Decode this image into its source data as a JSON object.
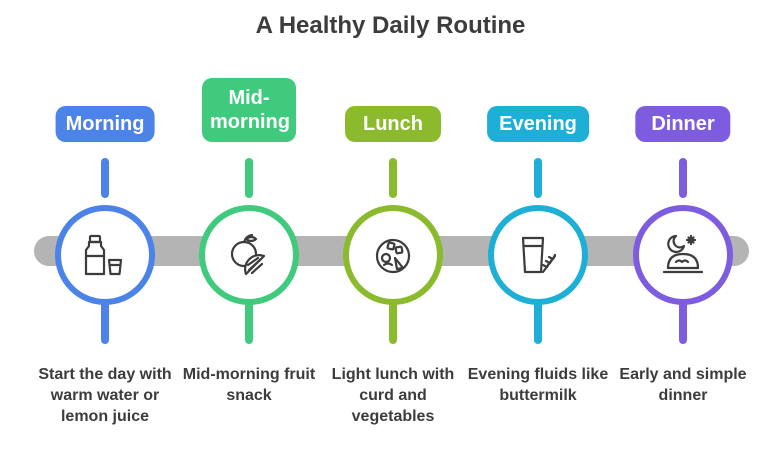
{
  "title": "A Healthy Daily Routine",
  "steps": [
    {
      "label": "Morning",
      "description": "Start the day with warm water or lemon juice",
      "color": "#4c83e8",
      "icon": "water-bottle-and-glass-icon"
    },
    {
      "label": "Mid-morning",
      "description": "Mid-morning fruit snack",
      "color": "#3fca7d",
      "icon": "citrus-fruit-icon"
    },
    {
      "label": "Lunch",
      "description": "Light lunch with curd and vegetables",
      "color": "#8bbb2d",
      "icon": "salad-bowl-icon"
    },
    {
      "label": "Evening",
      "description": "Evening fluids like buttermilk",
      "color": "#1eafd6",
      "icon": "glass-with-herb-icon"
    },
    {
      "label": "Dinner",
      "description": "Early and simple dinner",
      "color": "#7e5ce0",
      "icon": "moon-and-dinner-plate-icon"
    }
  ]
}
